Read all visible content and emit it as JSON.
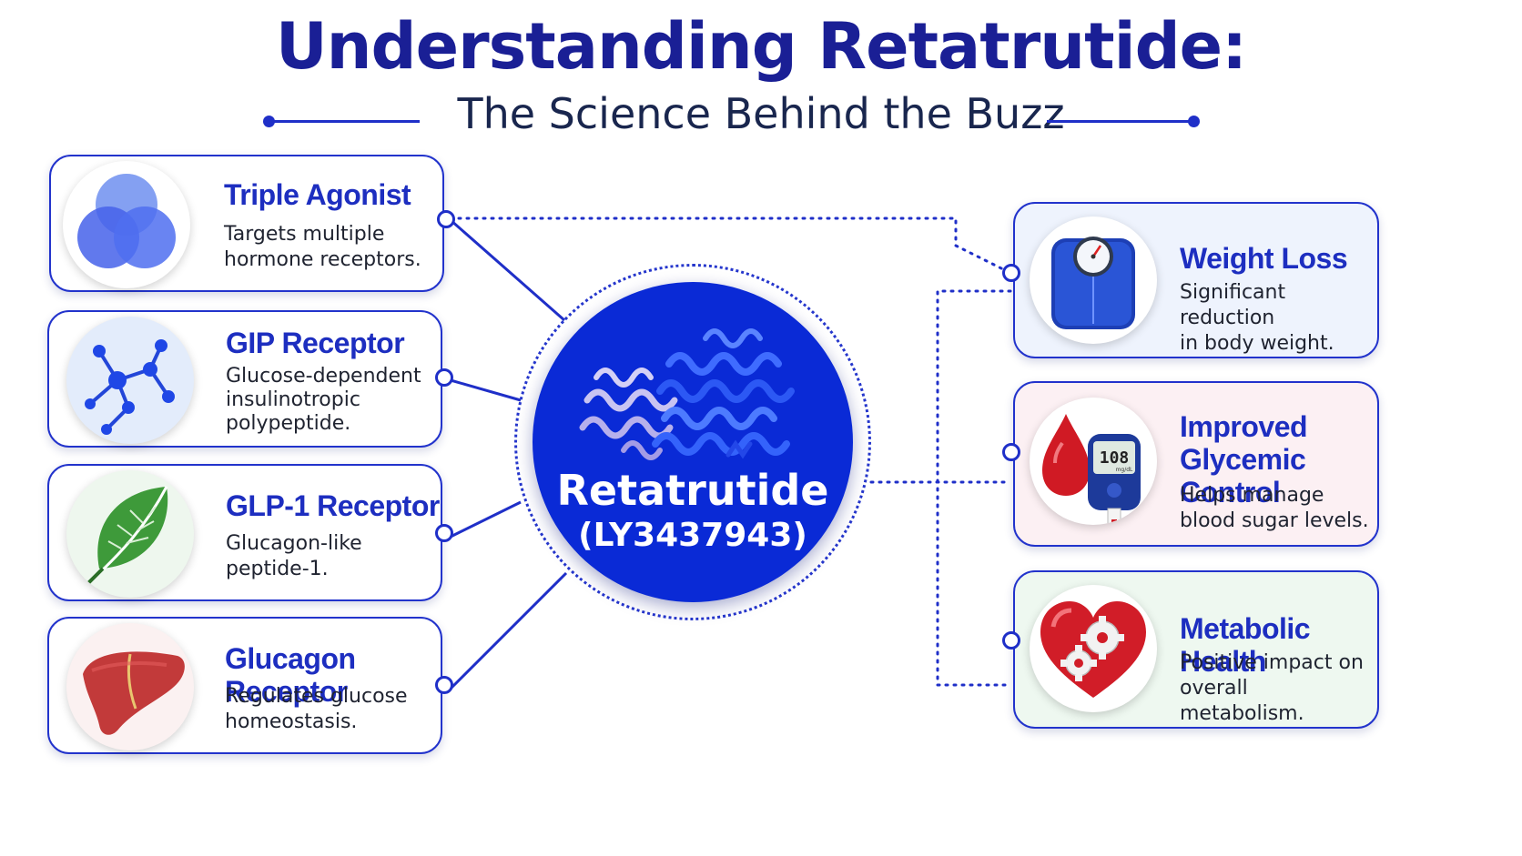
{
  "header": {
    "title": "Understanding Retatrutide:",
    "subtitle": "The Science Behind the Buzz"
  },
  "hub": {
    "name": "Retatrutide",
    "code": "(LY3437943)"
  },
  "mechanisms": [
    {
      "title": "Triple Agonist",
      "lines": [
        "Targets multiple",
        "hormone receptors."
      ],
      "icon": "venn-circles-icon"
    },
    {
      "title": "GIP Receptor",
      "lines": [
        "Glucose-dependent",
        "insulinotropic",
        "polypeptide."
      ],
      "icon": "molecule-icon"
    },
    {
      "title": "GLP-1 Receptor",
      "lines": [
        "Glucagon-like",
        "peptide-1."
      ],
      "icon": "leaf-icon"
    },
    {
      "title": "Glucagon Receptor",
      "lines": [
        "Regulates glucose",
        "homeostasis."
      ],
      "icon": "liver-icon"
    }
  ],
  "outcomes": [
    {
      "title": "Weight Loss",
      "lines": [
        "Significant reduction",
        "in body weight."
      ],
      "icon": "scale-icon"
    },
    {
      "title": "Improved",
      "title2": "Glycemic Control",
      "lines": [
        "Helps manage",
        "blood sugar levels."
      ],
      "icon": "glucometer-icon",
      "reading": "108",
      "unit": "mg/dL"
    },
    {
      "title": "Metabolic Health",
      "lines": [
        "Positive impact on",
        "overall metabolism."
      ],
      "icon": "heart-gears-icon"
    }
  ],
  "colors": {
    "title": "#1a1f95",
    "accent": "#1f2fc8",
    "hub": "#0a2ad6"
  }
}
